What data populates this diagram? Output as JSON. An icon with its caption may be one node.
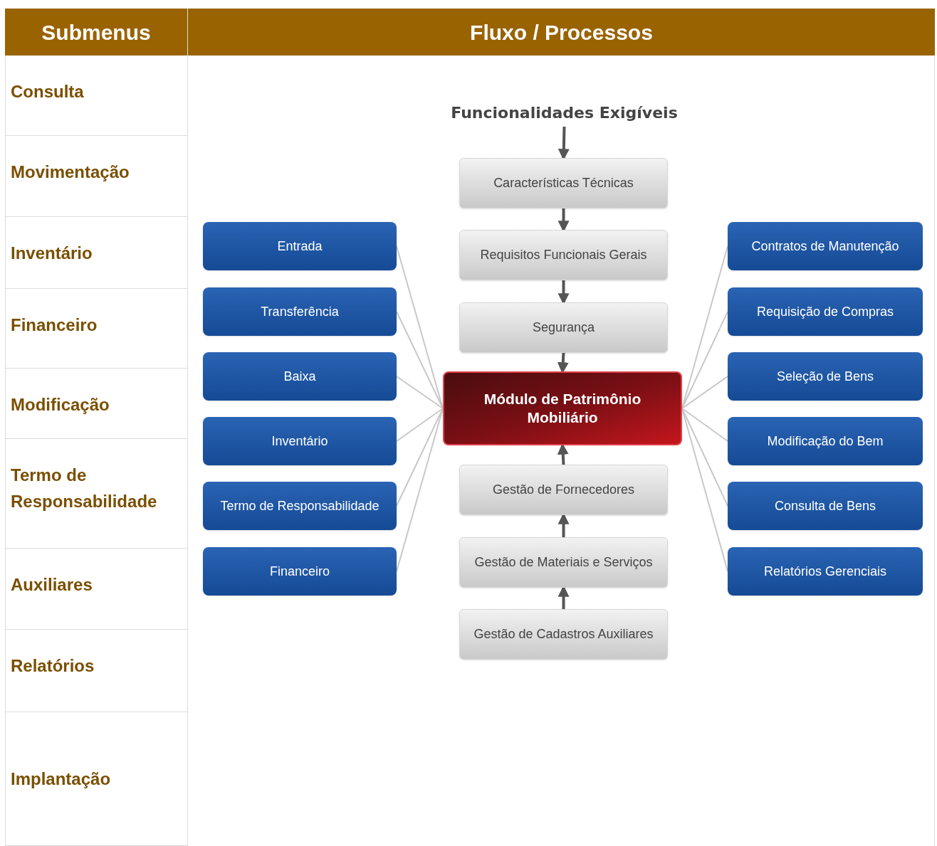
{
  "diagram": {
    "nodes": [
      {
        "text": [
          "Funcionalidades Exigíveis"
        ]
      },
      {
        "text": [
          "Características Técnicas"
        ]
      },
      {
        "text": [
          "Requisitos Funcionais Gerais"
        ]
      },
      {
        "text": [
          "Segurança"
        ]
      },
      {
        "text": [
          "Módulo de Patrimônio Mobiliário"
        ]
      },
      {
        "text": [
          "Gestão de Fornecedores"
        ]
      },
      {
        "text": [
          "Gestão de Materiais e Serviços"
        ]
      },
      {
        "text": [
          "Gestão de Cadastros Auxiliares"
        ]
      },
      {
        "text": [
          "Entrada"
        ]
      },
      {
        "text": [
          "Transferência"
        ]
      },
      {
        "text": [
          "Baixa"
        ]
      },
      {
        "text": [
          "Inventário"
        ]
      },
      {
        "text": [
          "Termo de Responsabilidade"
        ]
      },
      {
        "text": [
          "Financeiro"
        ]
      },
      {
        "text": [
          "Contratos de Manutenção"
        ]
      },
      {
        "text": [
          "Requisição de Compras"
        ]
      },
      {
        "text": [
          "Seleção de Bens"
        ]
      },
      {
        "text": [
          "Modificação do Bem"
        ]
      },
      {
        "text": [
          "Consulta de Bens"
        ]
      },
      {
        "text": [
          "Relatórios Gerenciais"
        ]
      }
    ],
    "edges": [
      {
        "from": 0,
        "to": 1,
        "arrow": "to",
        "style": "thick",
        "color": "#555555"
      },
      {
        "from": 1,
        "to": 2,
        "arrow": "to",
        "style": "thick",
        "color": "#555555"
      },
      {
        "from": 2,
        "to": 3,
        "arrow": "to",
        "style": "thick",
        "color": "#555555"
      },
      {
        "from": 3,
        "to": 4,
        "arrow": "to",
        "style": "thick",
        "color": "#555555"
      },
      {
        "from": 5,
        "to": 4,
        "arrow": "to",
        "style": "thick",
        "color": "#555555"
      },
      {
        "from": 6,
        "to": 5,
        "arrow": "to",
        "style": "thick",
        "color": "#555555"
      },
      {
        "from": 7,
        "to": 6,
        "arrow": "to",
        "style": "thick",
        "color": "#555555"
      },
      {
        "from": 8,
        "to": 4,
        "arrow": "none"
      },
      {
        "from": 9,
        "to": 4,
        "arrow": "none"
      },
      {
        "from": 10,
        "to": 4,
        "arrow": "none"
      },
      {
        "from": 11,
        "to": 4,
        "arrow": "none"
      },
      {
        "from": 12,
        "to": 4,
        "arrow": "none"
      },
      {
        "from": 13,
        "to": 4,
        "arrow": "none"
      },
      {
        "from": 4,
        "to": 14,
        "arrow": "none"
      },
      {
        "from": 4,
        "to": 15,
        "arrow": "none"
      },
      {
        "from": 4,
        "to": 16,
        "arrow": "none"
      },
      {
        "from": 4,
        "to": 17,
        "arrow": "none"
      },
      {
        "from": 4,
        "to": 18,
        "arrow": "none"
      },
      {
        "from": 4,
        "to": 19,
        "arrow": "none"
      }
    ],
    "labels": [
      "Submenus",
      "Fluxo / Processos",
      "Consulta",
      "Movimentação",
      "Inventário",
      "Financeiro",
      "Modificação",
      "Termo de Responsabilidade",
      "Auxiliares",
      "Relatórios",
      "Implantação"
    ]
  }
}
